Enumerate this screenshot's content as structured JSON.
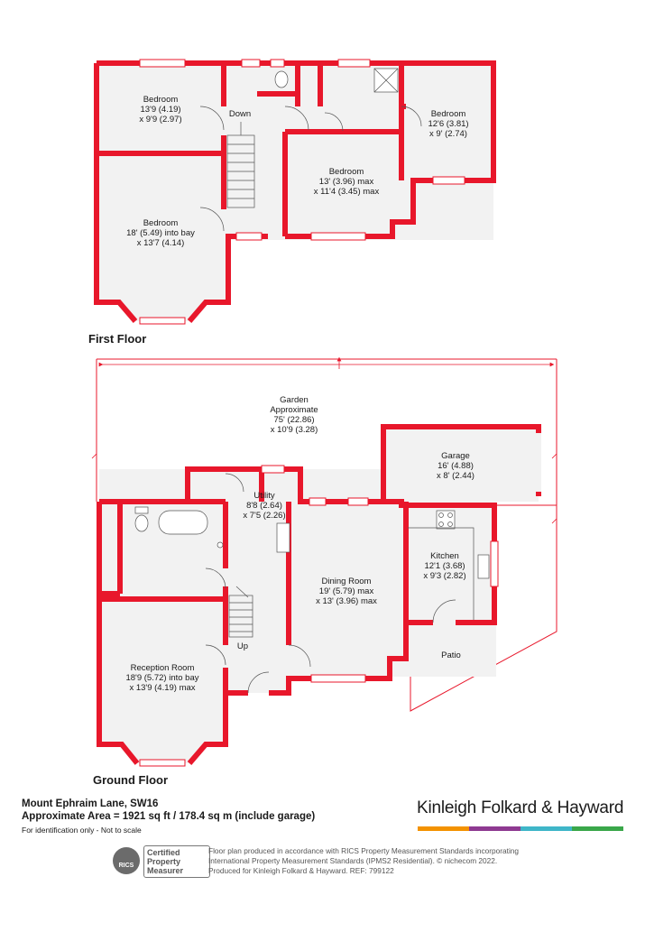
{
  "floors": {
    "first": {
      "title": "First Floor"
    },
    "ground": {
      "title": "Ground Floor"
    }
  },
  "rooms": {
    "bed1": {
      "name": "Bedroom",
      "l1": "13'9 (4.19)",
      "l2": "x 9'9 (2.97)"
    },
    "bed2": {
      "name": "Bedroom",
      "l1": "18' (5.49) into bay",
      "l2": "x 13'7 (4.14)"
    },
    "bed3": {
      "name": "Bedroom",
      "l1": "13' (3.96) max",
      "l2": "x 11'4 (3.45) max"
    },
    "bed4": {
      "name": "Bedroom",
      "l1": "12'6 (3.81)",
      "l2": "x 9' (2.74)"
    },
    "down": {
      "name": "Down"
    },
    "garden": {
      "name": "Garden",
      "l1": "Approximate",
      "l2": "75' (22.86)",
      "l3": "x 10'9 (3.28)"
    },
    "garage": {
      "name": "Garage",
      "l1": "16' (4.88)",
      "l2": "x 8' (2.44)"
    },
    "utility": {
      "name": "Utility",
      "l1": "8'8 (2.64)",
      "l2": "x 7'5 (2.26)"
    },
    "kitchen": {
      "name": "Kitchen",
      "l1": "12'1 (3.68)",
      "l2": "x 9'3 (2.82)"
    },
    "dining": {
      "name": "Dining Room",
      "l1": "19' (5.79) max",
      "l2": "x 13' (3.96) max"
    },
    "reception": {
      "name": "Reception Room",
      "l1": "18'9 (5.72) into bay",
      "l2": "x 13'9 (4.19) max"
    },
    "up": {
      "name": "Up"
    },
    "patio": {
      "name": "Patio"
    }
  },
  "footer": {
    "address": "Mount Ephraim Lane, SW16",
    "area": "Approximate Area = 1921 sq ft / 178.4 sq m (include garage)",
    "note": "For identification only - Not to scale",
    "brand": "Kinleigh Folkard & Hayward",
    "brand_colors": [
      "#f39200",
      "#8e3a91",
      "#3fb6c8",
      "#3aa74a"
    ],
    "rics_logo": "RICS",
    "rics_cert_1": "Certified",
    "rics_cert_2": "Property",
    "rics_cert_3": "Measurer",
    "disclaimer_1": "Floor plan produced in accordance with RICS Property Measurement Standards incorporating",
    "disclaimer_2": "International Property Measurement Standards (IPMS2 Residential).  © nichecom 2022.",
    "disclaimer_3": "Produced for Kinleigh Folkard & Hayward.   REF: 799122"
  },
  "colors": {
    "wall": "#e8172b",
    "floor": "#f2f2f2"
  }
}
